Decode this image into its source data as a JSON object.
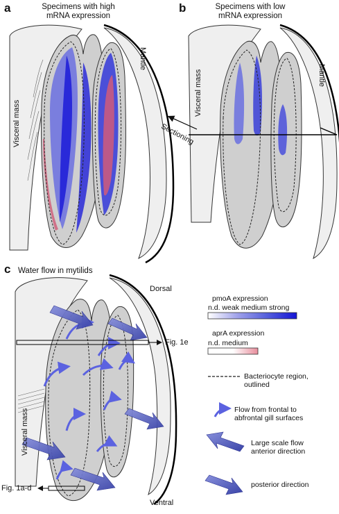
{
  "panel_a": {
    "letter": "a",
    "title_line1": "Specimens with high",
    "title_line2": "mRNA expression",
    "visceral_label": "Visceral mass",
    "mantle_label": "Mantle"
  },
  "panel_b": {
    "letter": "b",
    "title_line1": "Specimens with low",
    "title_line2": "mRNA expression",
    "visceral_label": "Visceral mass",
    "mantle_label": "Mantle",
    "sectioning_label": "Sectioning"
  },
  "panel_c": {
    "letter": "c",
    "title": "Water flow in mytilids",
    "dorsal_label": "Dorsal",
    "ventral_label": "Ventral",
    "visceral_label": "Visceral mass",
    "fig1e_label": "Fig. 1e",
    "fig1ad_label": "Fig. 1a-d"
  },
  "legend": {
    "pmoa_title": "pmoA expression",
    "pmoa_levels": "n.d. weak medium strong",
    "pmoa_colors": [
      "#ffffff",
      "#9a9ce8",
      "#5560dc",
      "#1a1ad8"
    ],
    "apra_title": "aprA expression",
    "apra_levels": "n.d. medium",
    "apra_colors": [
      "#ffffff",
      "#e89aa6"
    ],
    "bacteriocyte_line1": "Bacteriocyte region,",
    "bacteriocyte_line2": "outlined",
    "flow_line1": "Flow from frontal to",
    "flow_line2": "abfrontal gill surfaces",
    "large_flow_line1": "Large scale flow",
    "large_flow_line2": "anterior direction",
    "posterior_label": "posterior direction"
  }
}
